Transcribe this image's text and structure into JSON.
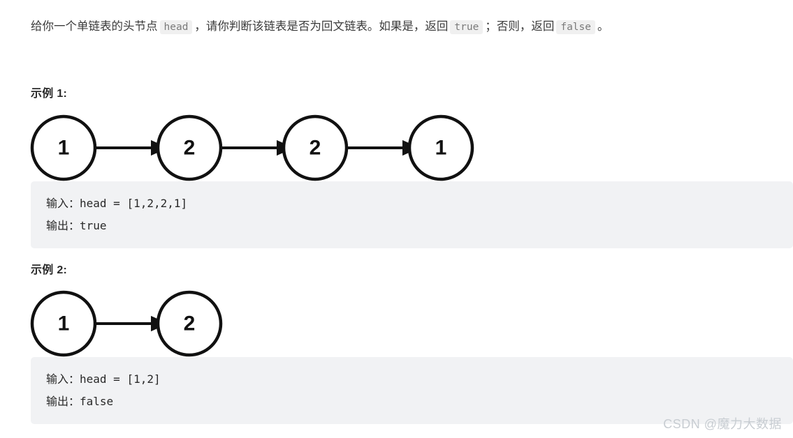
{
  "statement": {
    "part1": "给你一个单链表的头节点",
    "chip1": "head",
    "part2": "，请你判断该链表是否为回文链表。如果是，返回",
    "chip2": "true",
    "part3": "；否则，返回",
    "chip3": "false",
    "part4": "。"
  },
  "examples": [
    {
      "heading": "示例 1:",
      "diagram": {
        "type": "linked-list",
        "nodes": [
          "1",
          "2",
          "2",
          "1"
        ],
        "node_count": 4
      },
      "code": {
        "input_label": "输入：",
        "input_value": "head = [1,2,2,1]",
        "output_label": "输出：",
        "output_value": "true"
      }
    },
    {
      "heading": "示例 2:",
      "diagram": {
        "type": "linked-list",
        "nodes": [
          "1",
          "2"
        ],
        "node_count": 2
      },
      "code": {
        "input_label": "输入：",
        "input_value": "head = [1,2]",
        "output_label": "输出：",
        "output_value": "false"
      }
    }
  ],
  "watermark": {
    "text": "CSDN @魔力大数据"
  },
  "colors": {
    "page_background": "#ffffff",
    "code_block_background": "#f1f2f4",
    "inline_chip_background": "#f0f0f0",
    "inline_chip_text": "#7a7a7a",
    "node_stroke": "#000000",
    "watermark_text": "#c8cdd2"
  }
}
